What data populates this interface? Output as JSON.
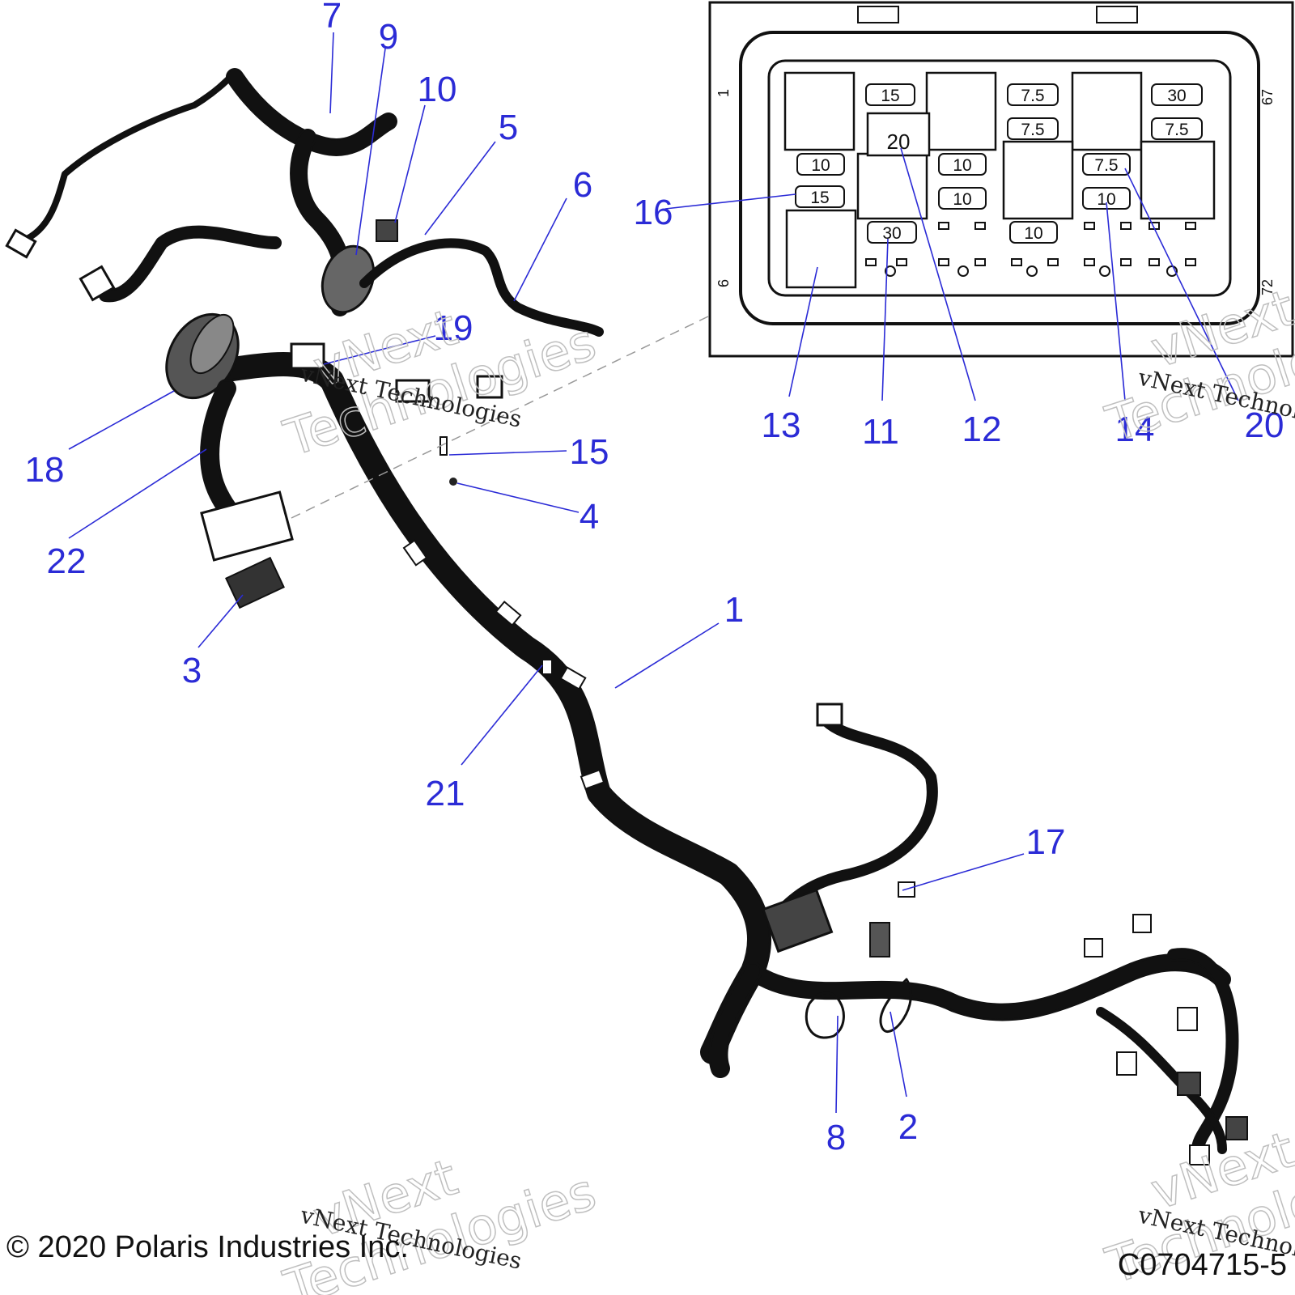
{
  "callouts": {
    "c1": "1",
    "c2": "2",
    "c3": "3",
    "c4": "4",
    "c5": "5",
    "c6": "6",
    "c7": "7",
    "c8": "8",
    "c9": "9",
    "c10": "10",
    "c11": "11",
    "c12": "12",
    "c13": "13",
    "c14": "14",
    "c15": "15",
    "c16": "16",
    "c17": "17",
    "c18": "18",
    "c19": "19",
    "c20": "20",
    "c21": "21",
    "c22": "22"
  },
  "fuse_box": {
    "pin_top_left": "1",
    "pin_top_right": "67",
    "pin_bottom_left": "6",
    "pin_bottom_right": "72",
    "fuses": {
      "f15_top": "15",
      "f20": "20",
      "f75_a": "7.5",
      "f75_b": "7.5",
      "f30_top": "30",
      "f75_c": "7.5",
      "f10_a": "10",
      "f10_b": "10",
      "f75_d": "7.5",
      "f15_left": "15",
      "f10_c": "10",
      "f10_d": "10",
      "f30_bottom": "30",
      "f10_e": "10"
    }
  },
  "watermark": {
    "text": "vNext Technologies",
    "ghost_line1": "vNext",
    "ghost_line2": "Technologies"
  },
  "footer": {
    "copyright": "© 2020 Polaris Industries Inc.",
    "drawing_id": "C0704715-5"
  },
  "colors": {
    "callout": "#2b2bd6",
    "line": "#111111"
  }
}
